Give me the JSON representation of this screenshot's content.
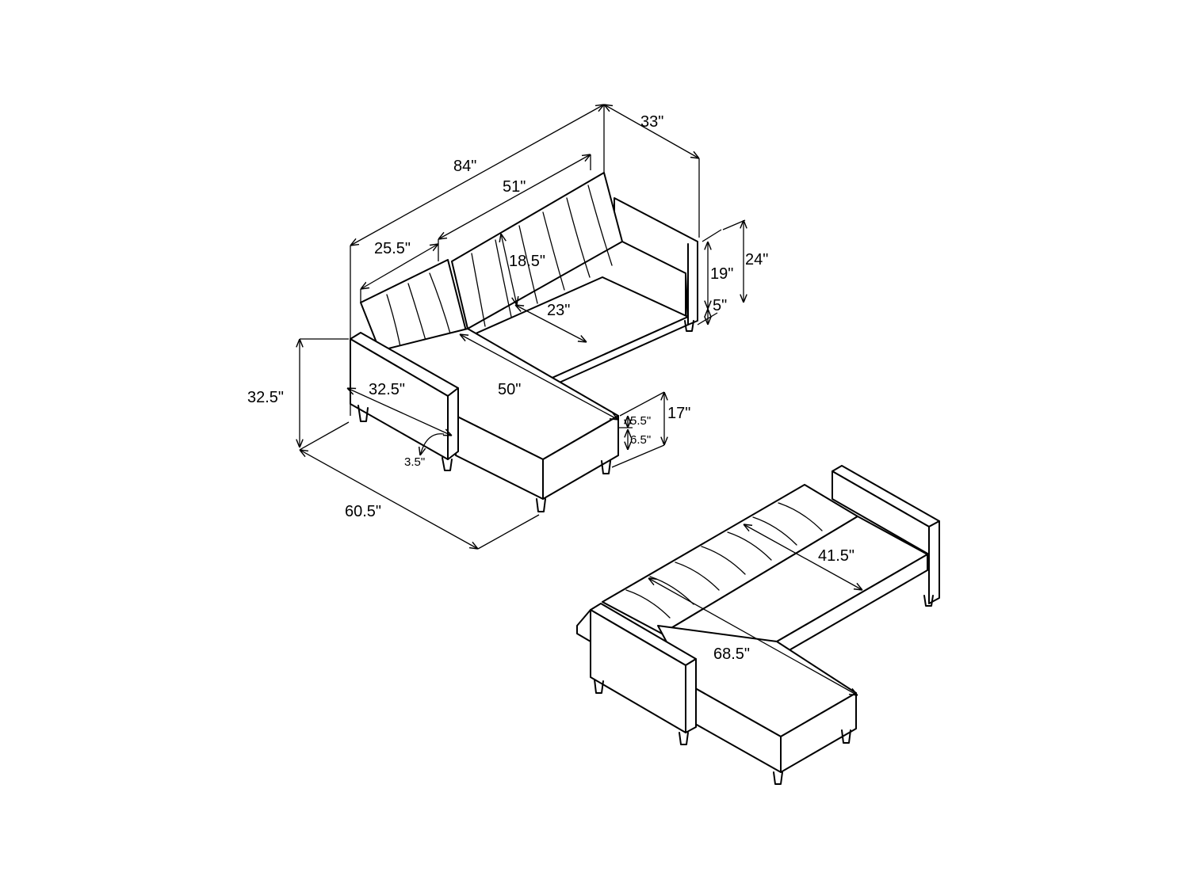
{
  "sofa_view": {
    "overall_width": "84\"",
    "overall_depth": "33\"",
    "sofa_seat_width": "51\"",
    "chaise_width": "25.5\"",
    "back_height": "18.5\"",
    "seat_depth": "23\"",
    "seat_height": "19\"",
    "overall_height": "24\"",
    "leg_height": "5\"",
    "chaise_height": "32.5\"",
    "chaise_seat_length": "32.5\"",
    "chaise_length": "50\"",
    "cushion_thickness": "5.5\"",
    "base_thickness": "6.5\"",
    "chaise_total_height": "17\"",
    "arm_width": "3.5\"",
    "chaise_depth": "60.5\""
  },
  "bed_view": {
    "bed_width": "41.5\"",
    "bed_length": "68.5\""
  }
}
